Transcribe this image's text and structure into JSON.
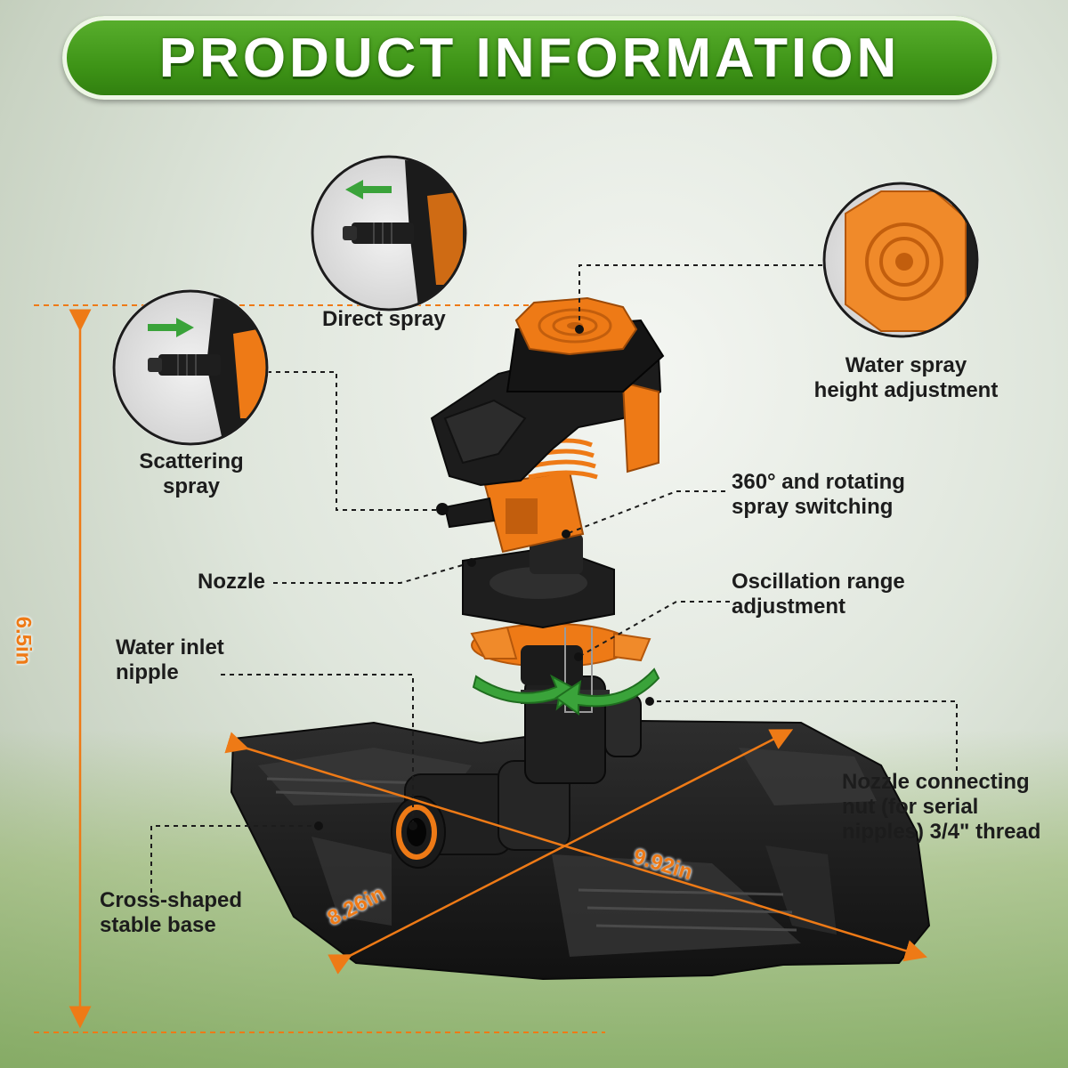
{
  "banner": {
    "title": "PRODUCT INFORMATION"
  },
  "labels": {
    "direct_spray": "Direct spray",
    "water_spray_height": [
      "Water spray",
      "height adjustment"
    ],
    "scattering_spray": [
      "Scattering",
      "spray"
    ],
    "rotating_switch": [
      "360° and rotating",
      "spray switching"
    ],
    "nozzle": "Nozzle",
    "oscillation": [
      "Oscillation range",
      "adjustment"
    ],
    "water_inlet": [
      "Water inlet",
      "nipple"
    ],
    "connecting_nut": [
      "Nozzle connecting",
      "nut (for serial",
      "nipples) 3/4\" thread"
    ],
    "cross_base": [
      "Cross-shaped",
      "stable base"
    ]
  },
  "dimensions": {
    "height": "6.5in",
    "length": "9.92in",
    "width": "8.26in"
  },
  "colors": {
    "accent_orange": "#ee7a16",
    "product_black": "#1b1b1b",
    "banner_green": "#3e9417"
  },
  "icons": [
    "arrow-left-icon",
    "arrow-right-icon",
    "rotation-arrow-icon"
  ]
}
